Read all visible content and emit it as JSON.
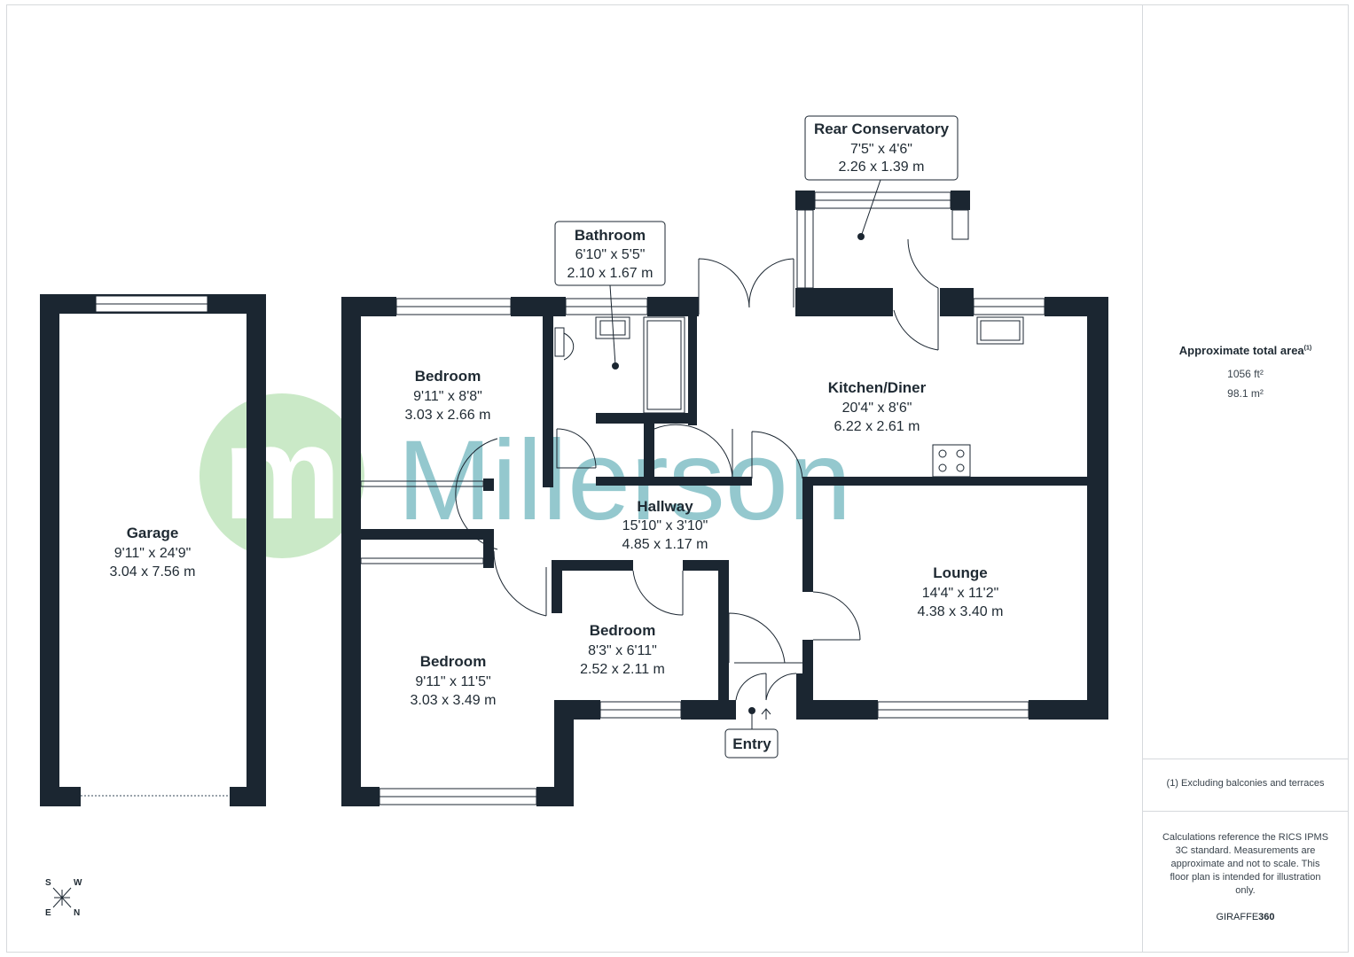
{
  "watermark": {
    "text": "Millerson",
    "logo_letter": "m",
    "logo_color": "#9fd89a",
    "text_color": "#6fb5bd"
  },
  "rooms": [
    {
      "id": "garage",
      "name": "Garage",
      "imperial": "9'11\" x 24'9\"",
      "metric": "3.04 x 7.56 m"
    },
    {
      "id": "bedroom1",
      "name": "Bedroom",
      "imperial": "9'11\" x 8'8\"",
      "metric": "3.03 x 2.66 m"
    },
    {
      "id": "bedroom2",
      "name": "Bedroom",
      "imperial": "9'11\" x 11'5\"",
      "metric": "3.03 x 3.49 m"
    },
    {
      "id": "bedroom3",
      "name": "Bedroom",
      "imperial": "8'3\" x 6'11\"",
      "metric": "2.52 x 2.11 m"
    },
    {
      "id": "bathroom",
      "name": "Bathroom",
      "imperial": "6'10\" x 5'5\"",
      "metric": "2.10 x 1.67 m"
    },
    {
      "id": "hallway",
      "name": "Hallway",
      "imperial": "15'10\" x 3'10\"",
      "metric": "4.85 x 1.17 m"
    },
    {
      "id": "kitchen",
      "name": "Kitchen/Diner",
      "imperial": "20'4\" x 8'6\"",
      "metric": "6.22 x 2.61 m"
    },
    {
      "id": "lounge",
      "name": "Lounge",
      "imperial": "14'4\" x 11'2\"",
      "metric": "4.38 x 3.40 m"
    },
    {
      "id": "conservatory",
      "name": "Rear Conservatory",
      "imperial": "7'5\" x 4'6\"",
      "metric": "2.26 x 1.39 m"
    }
  ],
  "entry_label": "Entry",
  "compass": {
    "s": "S",
    "w": "W",
    "e": "E",
    "n": "N"
  },
  "side_panel": {
    "area_title": "Approximate total area",
    "area_footnote_mark": "(1)",
    "area_ft": "1056 ft²",
    "area_m": "98.1 m²",
    "footnote": "(1) Excluding balconies and terraces",
    "disclaimer": "Calculations reference the RICS IPMS 3C standard. Measurements are approximate and not to scale. This floor plan is intended for illustration only.",
    "brand_prefix": "GIRAFFE",
    "brand_suffix": "360"
  },
  "colors": {
    "wall": "#1b2631",
    "text": "#1f2a33",
    "border": "#d6d9dc"
  }
}
